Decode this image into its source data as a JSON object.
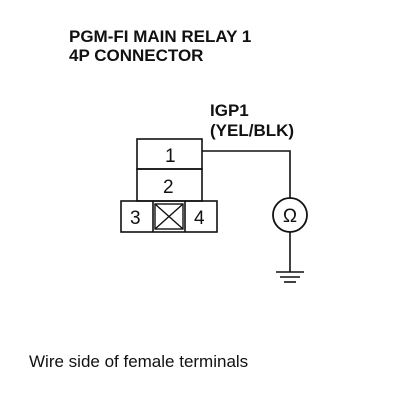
{
  "title": {
    "line1": "PGM-FI MAIN RELAY 1",
    "line2": "4P CONNECTOR"
  },
  "wire": {
    "name": "IGP1",
    "color": "(YEL/BLK)"
  },
  "connector": {
    "terminals": [
      "1",
      "2",
      "3",
      "4"
    ]
  },
  "meter": {
    "symbol": "Ω"
  },
  "caption": "Wire side of female terminals"
}
